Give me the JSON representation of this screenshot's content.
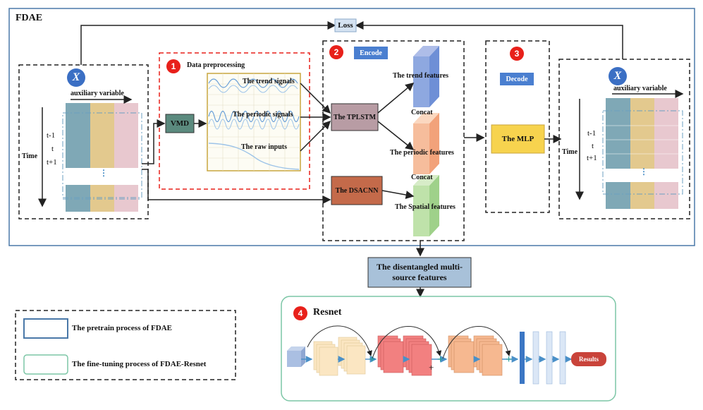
{
  "fdae_label": "FDAE",
  "loss_label": "Loss",
  "input_panel": {
    "x_symbol": "X",
    "aux_label": "auxiliary variable",
    "time_label": "Time",
    "times": [
      "t-1",
      "t",
      "t+1"
    ],
    "dots": "⋮"
  },
  "output_panel": {
    "x_symbol": "X",
    "aux_label": "auxiliary variable",
    "time_label": "Time",
    "times": [
      "t-1",
      "t",
      "t+1"
    ],
    "dots": "⋮"
  },
  "preprocessing": {
    "badge": "1",
    "title": "Data preprocessing",
    "vmd": "VMD",
    "trend_signals": "The trend signals",
    "periodic_signals": "The periodic signals",
    "raw_inputs": "The raw inputs"
  },
  "encode": {
    "badge": "2",
    "title": "Encode",
    "tplstm": "The TPLSTM",
    "dsacnn": "The DSACNN",
    "trend_features": "The trend features",
    "periodic_features": "The periodic features",
    "spatial_features": "The Spatial features",
    "concat": "Concat"
  },
  "decode": {
    "badge": "3",
    "title": "Decode",
    "mlp": "The  MLP"
  },
  "disentangled": "The disentangled multi-source features",
  "resnet": {
    "badge": "4",
    "title": "Resnet",
    "results": "Results",
    "plus": "+"
  },
  "legend": {
    "pretrain": "The pretrain process of FDAE",
    "finetune": "The fine-tuning process of FDAE-Resnet"
  },
  "colors": {
    "frame_blue": "#4a78a8",
    "teal": "#7fa8b6",
    "tan": "#e3c98e",
    "pink": "#e8c8cf",
    "red_dash": "#e8201a",
    "vmd": "#5b8a7e",
    "tplstm": "#b89ca4",
    "dsacnn": "#c46a4a",
    "mlp": "#f7d34e",
    "encode_title": "#4a7fd0",
    "disentangled": "#a8c1d9",
    "resnet_border": "#7cc6a6",
    "results": "#c9433a"
  }
}
